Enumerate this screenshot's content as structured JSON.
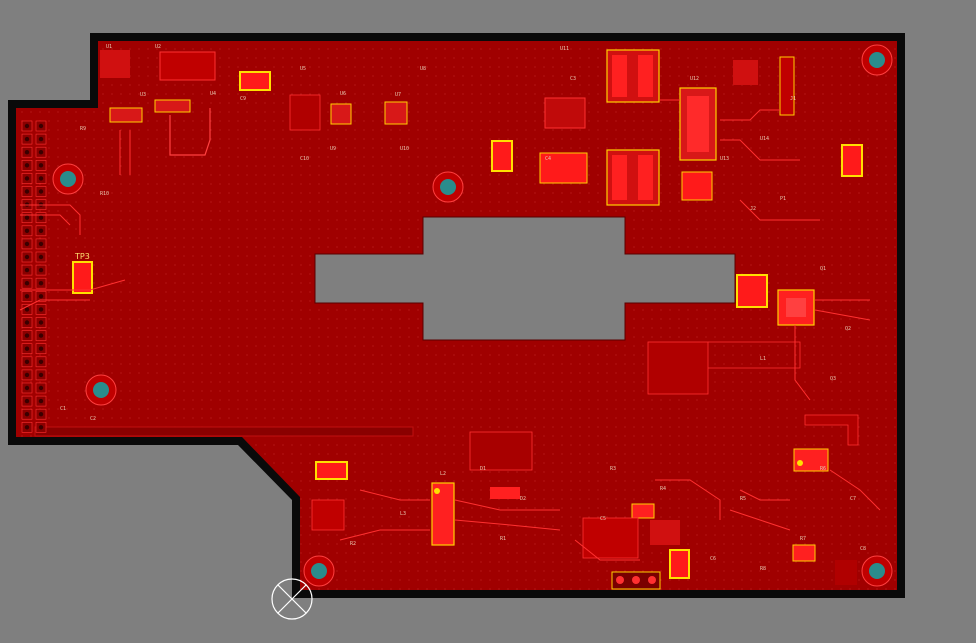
{
  "view": {
    "background": "#7f7f7f",
    "board_edge_color": "#0a0a0a",
    "copper_color": "#a00000",
    "copper_dark": "#7a0000",
    "copper_bright": "#ff2020",
    "pad_highlight": "#ffe000",
    "mounting_hole_color": "#2a8c8c",
    "silkscreen_color": "#e8c8b0"
  },
  "labels": {
    "test_point": "TP3",
    "designators": [
      "U1",
      "U2",
      "U3",
      "U4",
      "U5",
      "U6",
      "U7",
      "U8",
      "U9",
      "U10",
      "U11",
      "U12",
      "U13",
      "U14",
      "J1",
      "J2",
      "Q1",
      "Q2",
      "Q3",
      "L1",
      "L2",
      "L3",
      "R1",
      "R2",
      "R3",
      "R4",
      "R5",
      "R6",
      "R7",
      "R8",
      "R9",
      "R10",
      "C1",
      "C2",
      "C3",
      "C4",
      "C5",
      "C6",
      "C7",
      "C8",
      "C9",
      "C10",
      "D1",
      "D2",
      "P1"
    ]
  },
  "icons": {
    "origin_marker": "crosshair-circle-icon"
  }
}
